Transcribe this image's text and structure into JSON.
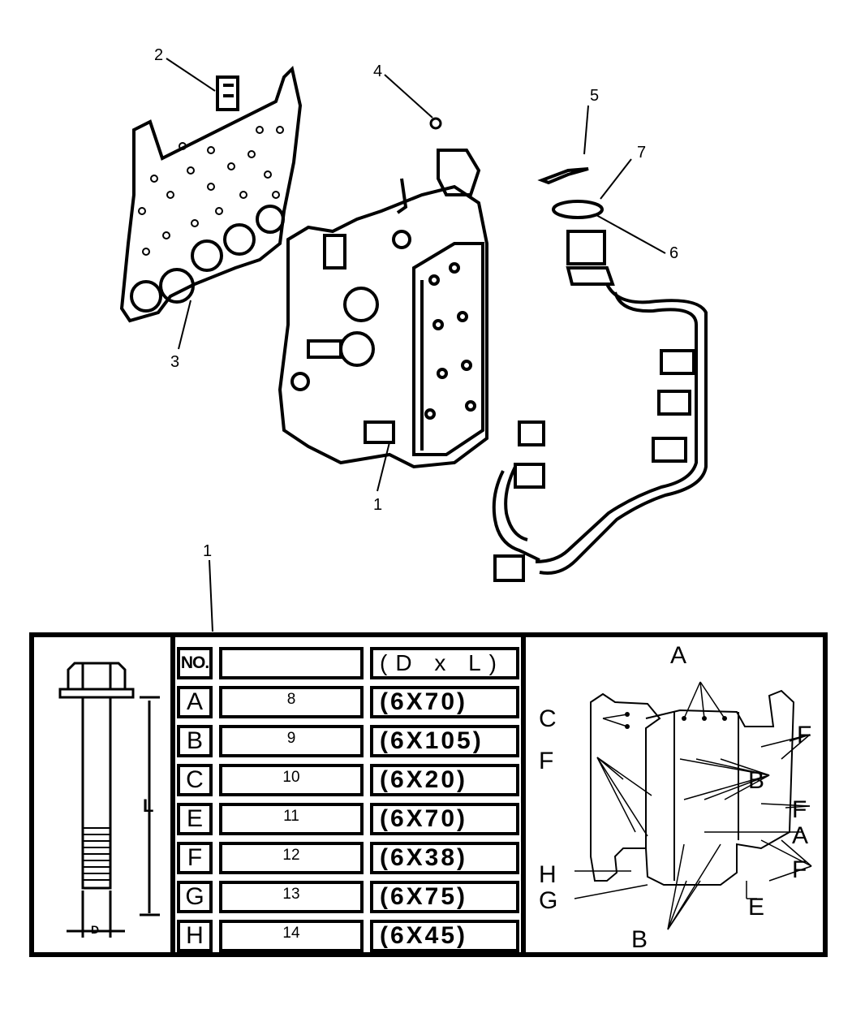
{
  "callouts": {
    "c1": "1",
    "c2": "2",
    "c3": "3",
    "c4": "4",
    "c5": "5",
    "c6": "6",
    "c7": "7",
    "c1_table": "1"
  },
  "bolt_table": {
    "header": {
      "code": "NO.",
      "part": "",
      "size": "(D x L)"
    },
    "rows": [
      {
        "code": "A",
        "part": "8",
        "size": "(6X70)"
      },
      {
        "code": "B",
        "part": "9",
        "size": "(6X105)"
      },
      {
        "code": "C",
        "part": "10",
        "size": "(6X20)"
      },
      {
        "code": "E",
        "part": "11",
        "size": "(6X70)"
      },
      {
        "code": "F",
        "part": "12",
        "size": "(6X38)"
      },
      {
        "code": "G",
        "part": "13",
        "size": "(6X75)"
      },
      {
        "code": "H",
        "part": "14",
        "size": "(6X45)"
      }
    ],
    "bolt_dims": {
      "length": "L",
      "diameter": "D"
    }
  },
  "location_labels": {
    "a_top": "A",
    "c": "C",
    "f_top_right": "F",
    "f_left": "F",
    "b_right": "B",
    "f_mid_right": "F",
    "a_right": "A",
    "f_bottom_right": "F",
    "h": "H",
    "g": "G",
    "e": "E",
    "b_bottom": "B"
  }
}
